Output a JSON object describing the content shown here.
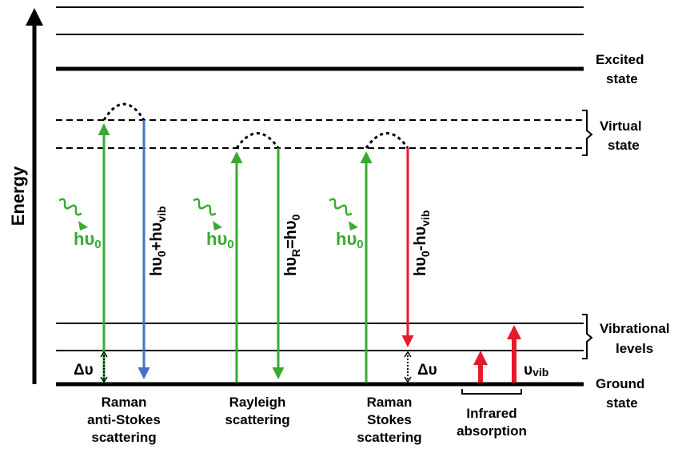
{
  "axis": {
    "label": "Energy"
  },
  "levels": {
    "excited_line1": "Excited",
    "excited_line2": "state",
    "virtual_line1": "Virtual",
    "virtual_line2": "state",
    "vibrational_line1": "Vibrational",
    "vibrational_line2": "levels",
    "ground_line1": "Ground",
    "ground_line2": "state"
  },
  "incident": {
    "base": "hυ",
    "sub": "0"
  },
  "emissions": {
    "anti_stokes": {
      "a": "hυ",
      "a_sub": "0",
      "b": "+hυ",
      "b_sub": "vib"
    },
    "rayleigh": {
      "a": "hυ",
      "a_sub": "R",
      "b": "=hυ",
      "b_sub": "0"
    },
    "stokes": {
      "a": "hυ",
      "a_sub": "0",
      "b": "-hυ",
      "b_sub": "vib"
    }
  },
  "delta": "Δυ",
  "vib": {
    "base": "υ",
    "sub": "vib"
  },
  "processes": {
    "anti_stokes": [
      "Raman",
      "anti-Stokes",
      "scattering"
    ],
    "rayleigh": [
      "Rayleigh",
      "scattering"
    ],
    "stokes": [
      "Raman",
      "Stokes",
      "scattering"
    ],
    "infrared": [
      "Infrared",
      "absorption"
    ]
  },
  "colors": {
    "green": "#3aaa35",
    "blue": "#4a6fc9",
    "red": "#e8192c",
    "black": "#000000"
  }
}
